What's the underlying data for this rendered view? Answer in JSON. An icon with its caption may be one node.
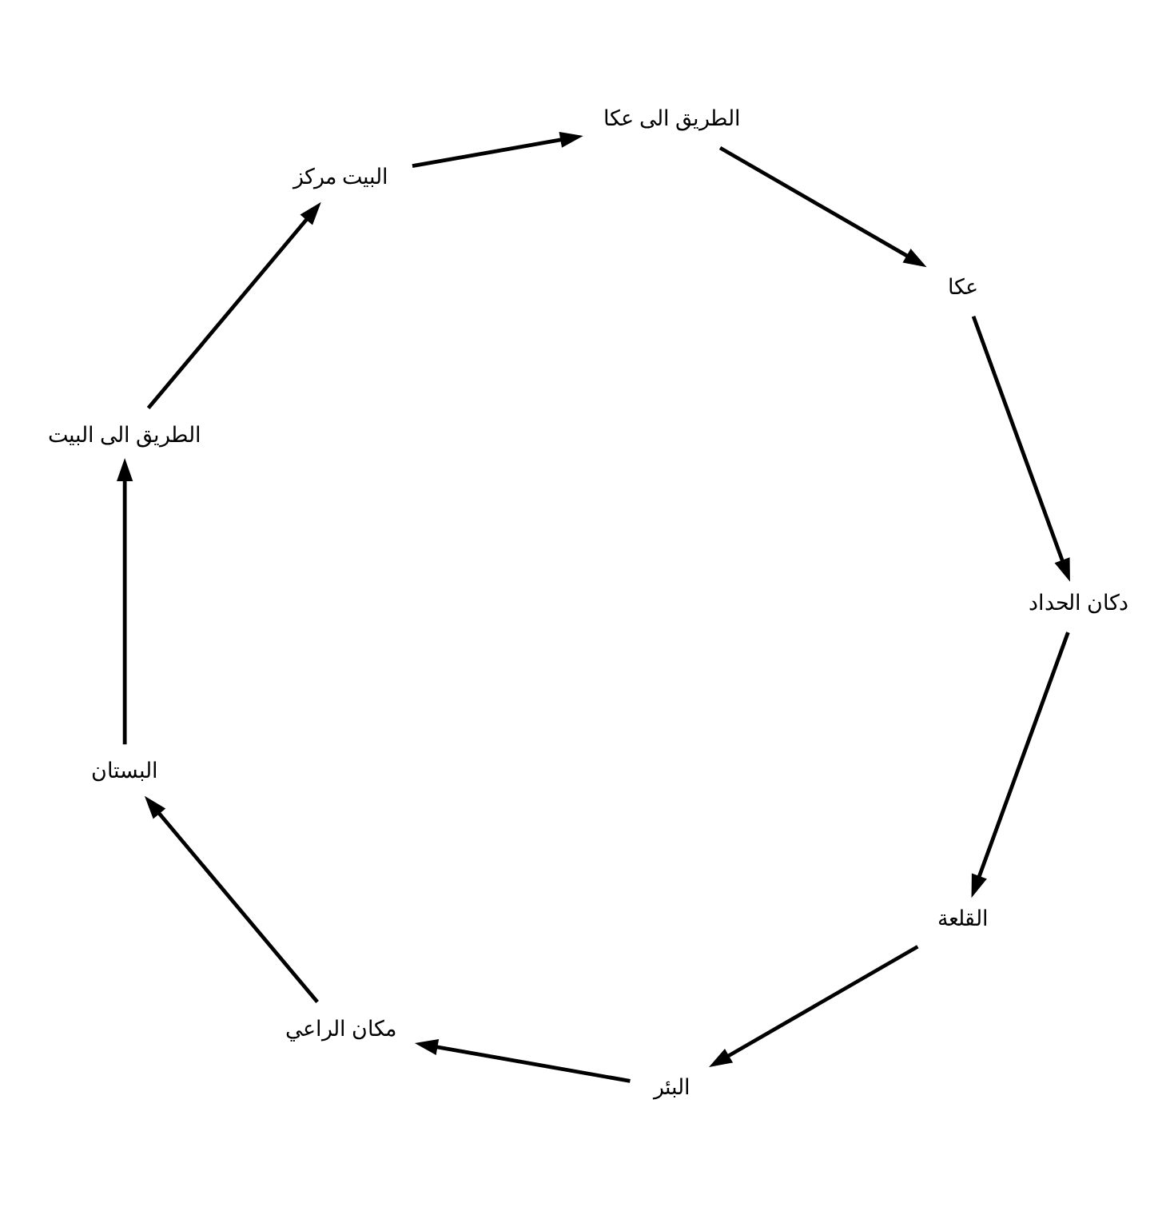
{
  "diagram": {
    "nodes": [
      {
        "text": [
          "القلعة"
        ]
      },
      {
        "text": [
          "البئر"
        ]
      },
      {
        "text": [
          "دكان الحداد"
        ]
      },
      {
        "text": [
          "مكان الراعي"
        ]
      },
      {
        "text": [
          "عكا"
        ]
      },
      {
        "text": [
          "البستان"
        ]
      },
      {
        "text": [
          "الطريق الى البيت"
        ]
      },
      {
        "text": [
          "الطريق الى عكا"
        ]
      },
      {
        "text": [
          "البيت مركز"
        ]
      }
    ],
    "edges": [
      {
        "from": 6,
        "to": 8,
        "arrow": "to"
      },
      {
        "from": 8,
        "to": 7,
        "arrow": "to"
      },
      {
        "from": 7,
        "to": 4,
        "arrow": "to"
      },
      {
        "from": 4,
        "to": 2,
        "arrow": "to"
      },
      {
        "from": 2,
        "to": 0,
        "arrow": "to"
      },
      {
        "from": 0,
        "to": 1,
        "arrow": "to"
      },
      {
        "from": 1,
        "to": 3,
        "arrow": "to"
      },
      {
        "from": 3,
        "to": 5,
        "arrow": "to"
      },
      {
        "from": 5,
        "to": 6,
        "arrow": "to"
      }
    ]
  }
}
